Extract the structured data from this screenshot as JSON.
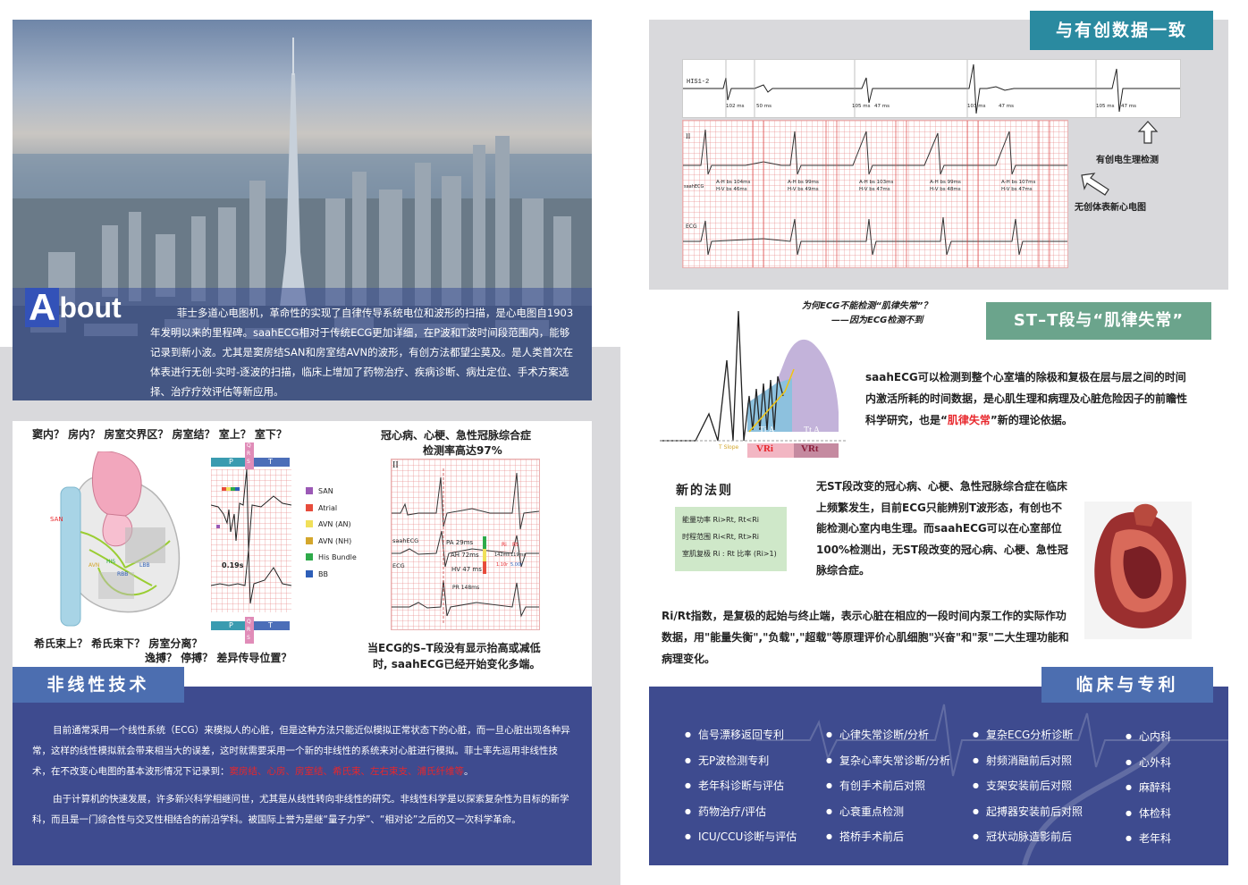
{
  "about": {
    "title_a": "A",
    "title_rest": "bout",
    "paragraph": "菲士多道心电图机，革命性的实现了自律传导系统电位和波形的扫描，是心电图自1903年发明以来的里程碑。saahECG相对于传统ECG更加详细，在P波和T波时间段范围内，能够记录到新小波。尤其是窦房结SAN和房室结AVN的波形，有创方法都望尘莫及。是人类首次在体表进行无创-实时-逐波的扫描，临床上增加了药物治疗、疾病诊断、病灶定位、手术方案选择、治疗疗效评估等新应用。"
  },
  "conduction": {
    "question_top": "窦内？ 房内？ 房室交界区？ 房室结？ 室上？ 室下？",
    "question_bottom_1": "希氏束上？ 希氏束下？ 房室分离？",
    "question_bottom_2": "逸搏？ 停搏？ 差异传导位置？",
    "heart_labels": [
      "SAN",
      "AVN",
      "HIS",
      "LBB",
      "RBB"
    ],
    "strip_letters_top": [
      "P",
      "T"
    ],
    "strip_letters_bottom": [
      "P",
      "T"
    ],
    "qrs_letters": [
      "Q",
      "R",
      "S"
    ],
    "strip_label": "0.19s",
    "legend": [
      {
        "name": "SAN",
        "color": "#9b59b6"
      },
      {
        "name": "Atrial",
        "color": "#e74c3c"
      },
      {
        "name": "AVN (AN)",
        "color": "#f1e05a"
      },
      {
        "name": "AVN (NH)",
        "color": "#d4a72c"
      },
      {
        "name": "His Bundle",
        "color": "#2eaa4a"
      },
      {
        "name": "BB",
        "color": "#2e5fb8"
      }
    ]
  },
  "coronary": {
    "title_1": "冠心病、心梗、急性冠脉综合症",
    "title_2": "检测率高达97%",
    "lead_ii": "II",
    "lead_saah": "saahECG",
    "lead_ecg": "ECG",
    "measures": [
      "PA 29ms",
      "AH 72ms",
      "HV 47 ms",
      "PR 148ms"
    ],
    "right_marks": [
      "Ri",
      "Rt",
      "142ms",
      "119ms",
      "1.10r",
      "5.00r"
    ],
    "caption_1": "当ECG的S–T段没有显示抬高或减低",
    "caption_2": "时, saahECG已经开始变化多端。"
  },
  "nonlinear": {
    "banner": "非线性技术",
    "para1_a": "目前通常采用一个线性系统（ECG）来模拟人的心脏，但是这种方法只能近似模拟正常状态下的心脏，而一旦心脏出现各种异常，这样的线性模拟就会带来相当大的误差，这时就需要采用一个新的非线性的系统来对心脏进行模拟。菲士率先运用非线性技术，在不改变心电图的基本波形情况下记录到：",
    "para1_red": "窦房结、心房、房室结、希氏束、左右束支、浦氏纤维等",
    "para1_end": "。",
    "para2": "由于计算机的快速发展，许多新兴科学相继问世，尤其是从线性转向非线性的研究。非线性科学是以探索复杂性为目标的新学科，而且是一门综合性与交叉性相结合的前沿学科。被国际上誉为是继“量子力学”、“相对论”之后的又一次科学革命。"
  },
  "consistency": {
    "banner": "与有创数据一致",
    "his_label": "HIS1-2",
    "his_marks": [
      "102 ms",
      "50 ms",
      "105 ms",
      "47 ms",
      "103 ms",
      "47 ms",
      "105 ms",
      "47 ms"
    ],
    "lead_ii": "II",
    "lead_saah": "saahECG",
    "lead_ecg": "ECG",
    "ah_values": [
      {
        "ah": "A-H bs  104ms",
        "hv": "H-V bs  46ms"
      },
      {
        "ah": "A-H bs  99ms",
        "hv": "H-V bs  49ms"
      },
      {
        "ah": "A-H bs  103ms",
        "hv": "H-V bs  47ms"
      },
      {
        "ah": "A-H bs  99ms",
        "hv": "H-V bs  48ms"
      },
      {
        "ah": "A-H bs  107ms",
        "hv": "H-V bs  47ms"
      }
    ],
    "label_invasive": "有创电生理检测",
    "label_noninvasive": "无创体表新心电图"
  },
  "st": {
    "question_1": "为何ECG不能检测“肌律失常”？",
    "question_2": "——因为ECG检测不到",
    "banner": "ST–T段与“肌律失常”",
    "diagram_labels": [
      "Ti A",
      "Tt A",
      "VRi",
      "VRt",
      "T Slope"
    ],
    "para_a": "saahECG可以检测到整个心室墙的除极和复极在层与层之间的时间内激活所耗的时间数据，是心肌生理和病理及心脏危险因子的前瞻性科学研究，也是“",
    "para_red": "肌律失常",
    "para_b": "”新的理论依据。",
    "rule_title": "新的法则",
    "rules": [
      "能量功率 Ri>Rt, Rt<Ri",
      "时程范围 Ri<Rt, Rt>Ri",
      "室肌复极 Ri : Rt 比率 (Ri>1)"
    ],
    "para2": "无ST段改变的冠心病、心梗、急性冠脉综合症在临床上频繁发生，目前ECG只能辨别T波形态，有创也不能检测心室内电生理。而saahECG可以在心室部位100%检测出，无ST段改变的冠心病、心梗、急性冠脉综合症。",
    "para3": "Ri/Rt指数，是复极的起始与终止端，表示心脏在相应的一段时间内泵工作的实际作功数据，用\"能量失衡\",\"负载\",\"超载\"等原理评价心肌细胞\"兴奋\"和\"泵\"二大生理功能和病理变化。"
  },
  "clinical": {
    "banner": "临床与专利",
    "col1": [
      "信号漂移返回专利",
      "无P波检测专利",
      "老年科诊断与评估",
      "药物治疗/评估",
      "ICU/CCU诊断与评估"
    ],
    "col2": [
      "心律失常诊断/分析",
      "复杂心率失常诊断/分析",
      "有创手术前后对照",
      "心衰重点检测",
      "搭桥手术前后"
    ],
    "col3": [
      "复杂ECG分析诊断",
      "射频消融前后对照",
      "支架安装前后对照",
      "起搏器安装前后对照",
      "冠状动脉造影前后"
    ],
    "col4": [
      "心内科",
      "心外科",
      "麻醉科",
      "体检科",
      "老年科"
    ]
  }
}
